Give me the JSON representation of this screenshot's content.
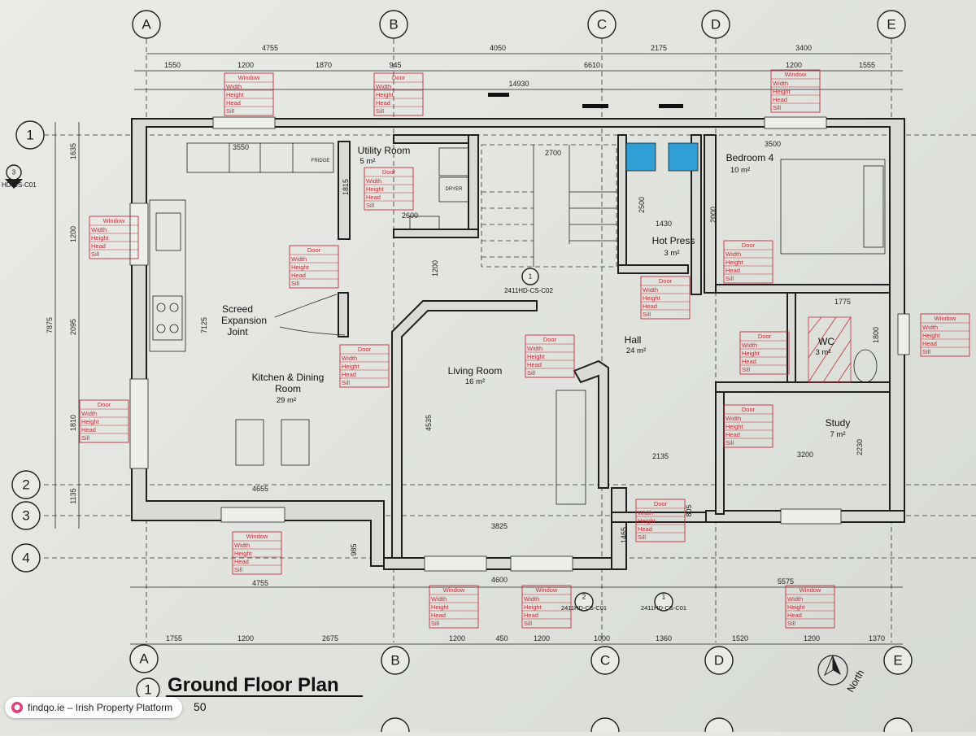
{
  "plan": {
    "title": "Ground Floor Plan",
    "scale_fragment": "50",
    "title_marker": "1",
    "north_label": "North",
    "overall_length": "14930",
    "overall_mid": "6610"
  },
  "grid": {
    "columns": [
      "A",
      "B",
      "C",
      "D",
      "E"
    ],
    "rows": [
      "1",
      "2",
      "3",
      "4"
    ]
  },
  "dims": {
    "top_spans": [
      "4755",
      "4050",
      "2175",
      "3400"
    ],
    "top_openings": [
      "1550",
      "1200",
      "1870",
      "945",
      "1200",
      "1555"
    ],
    "bottom_openings": [
      "1755",
      "1200",
      "2675",
      "1200",
      "450",
      "1200",
      "1000",
      "1360",
      "1520",
      "1200",
      "1370"
    ],
    "bottom_spans": [
      "4755",
      "4600",
      "5575"
    ],
    "left_outer": "7875",
    "left_segments": [
      "1635",
      "1200",
      "2095",
      "1810",
      "1135"
    ],
    "interior": [
      "3550",
      "2700",
      "3500",
      "1815",
      "2600",
      "2500",
      "1430",
      "2000",
      "1200",
      "7125",
      "4535",
      "1775",
      "1800",
      "2135",
      "3200",
      "2230",
      "4655",
      "3825",
      "805",
      "1465",
      "985"
    ]
  },
  "rooms": [
    {
      "name": "Utility Room",
      "area": "5 m²"
    },
    {
      "name": "Bedroom 4",
      "area": "10 m²"
    },
    {
      "name": "Hot Press",
      "area": "3 m²"
    },
    {
      "name": "Hall",
      "area": "24 m²"
    },
    {
      "name": "WC",
      "area": "3 m²"
    },
    {
      "name": "Study",
      "area": "7 m²"
    },
    {
      "name": "Living Room",
      "area": "16 m²"
    },
    {
      "name": "Kitchen & Dining",
      "line2": "Room",
      "area": "29 m²"
    }
  ],
  "annotations": {
    "screed": [
      "Screed",
      "Expansion",
      "Joint"
    ],
    "section_ref_left": "3",
    "section_code_left": "HD-CS-C01",
    "section_ref_mid": "1",
    "section_code_mid": "2411HD-CS-C02",
    "section_ref_b1": "2",
    "section_code_b1": "2411HD-CS-C01",
    "section_ref_b2": "1",
    "section_code_b2": "2411HD-CS-C01",
    "fridge": "FRIDGE",
    "dryer": "DRYER"
  },
  "tags": {
    "door_label": "Door",
    "window_label": "Window",
    "row_width": "Width",
    "row_height": "Height",
    "row_head": "Head",
    "row_sill": "Sill"
  },
  "badge": {
    "text": "findqo.ie – Irish Property Platform",
    "icon": "location-pin-icon",
    "brand_color": "#e0417a"
  },
  "colors": {
    "tag_red": "#c0303a",
    "cylinder_blue": "#2f9fd6",
    "ink": "#1e1e1e"
  }
}
